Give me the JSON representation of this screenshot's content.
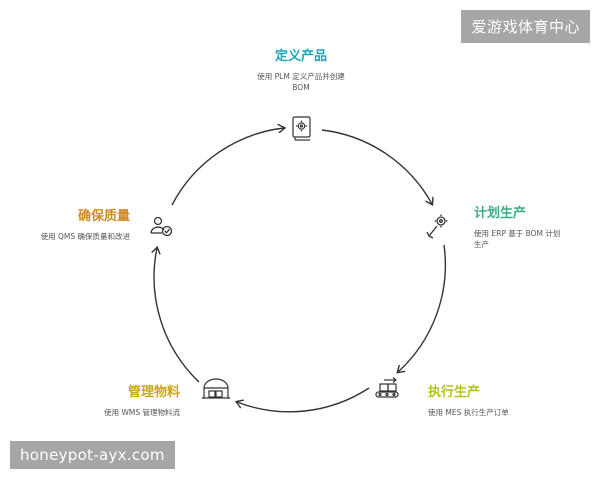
{
  "watermarks": {
    "top_right": "爱游戏体育中心",
    "bottom_left": "honeypot-ayx.com"
  },
  "colors": {
    "define": "#1aa7b8",
    "plan": "#3cae86",
    "execute": "#b5c31d",
    "manage": "#c9a81b",
    "quality": "#d08a2a",
    "arrow": "#333333"
  },
  "steps": {
    "define": {
      "title": "定义产品",
      "desc": "使用 PLM 定义产品并创建\nBOM",
      "icon": "settings-book-icon"
    },
    "plan": {
      "title": "计划生产",
      "desc": "使用 ERP 基于 BOM 计划\n生产",
      "icon": "wrench-gear-icon"
    },
    "execute": {
      "title": "执行生产",
      "desc": "使用 MES 执行生产订单",
      "icon": "conveyor-box-icon"
    },
    "manage": {
      "title": "管理物料",
      "desc": "使用 WMS 管理物料流",
      "icon": "warehouse-icon"
    },
    "quality": {
      "title": "确保质量",
      "desc": "使用 QMS 确保质量和改进",
      "icon": "person-check-icon"
    }
  }
}
